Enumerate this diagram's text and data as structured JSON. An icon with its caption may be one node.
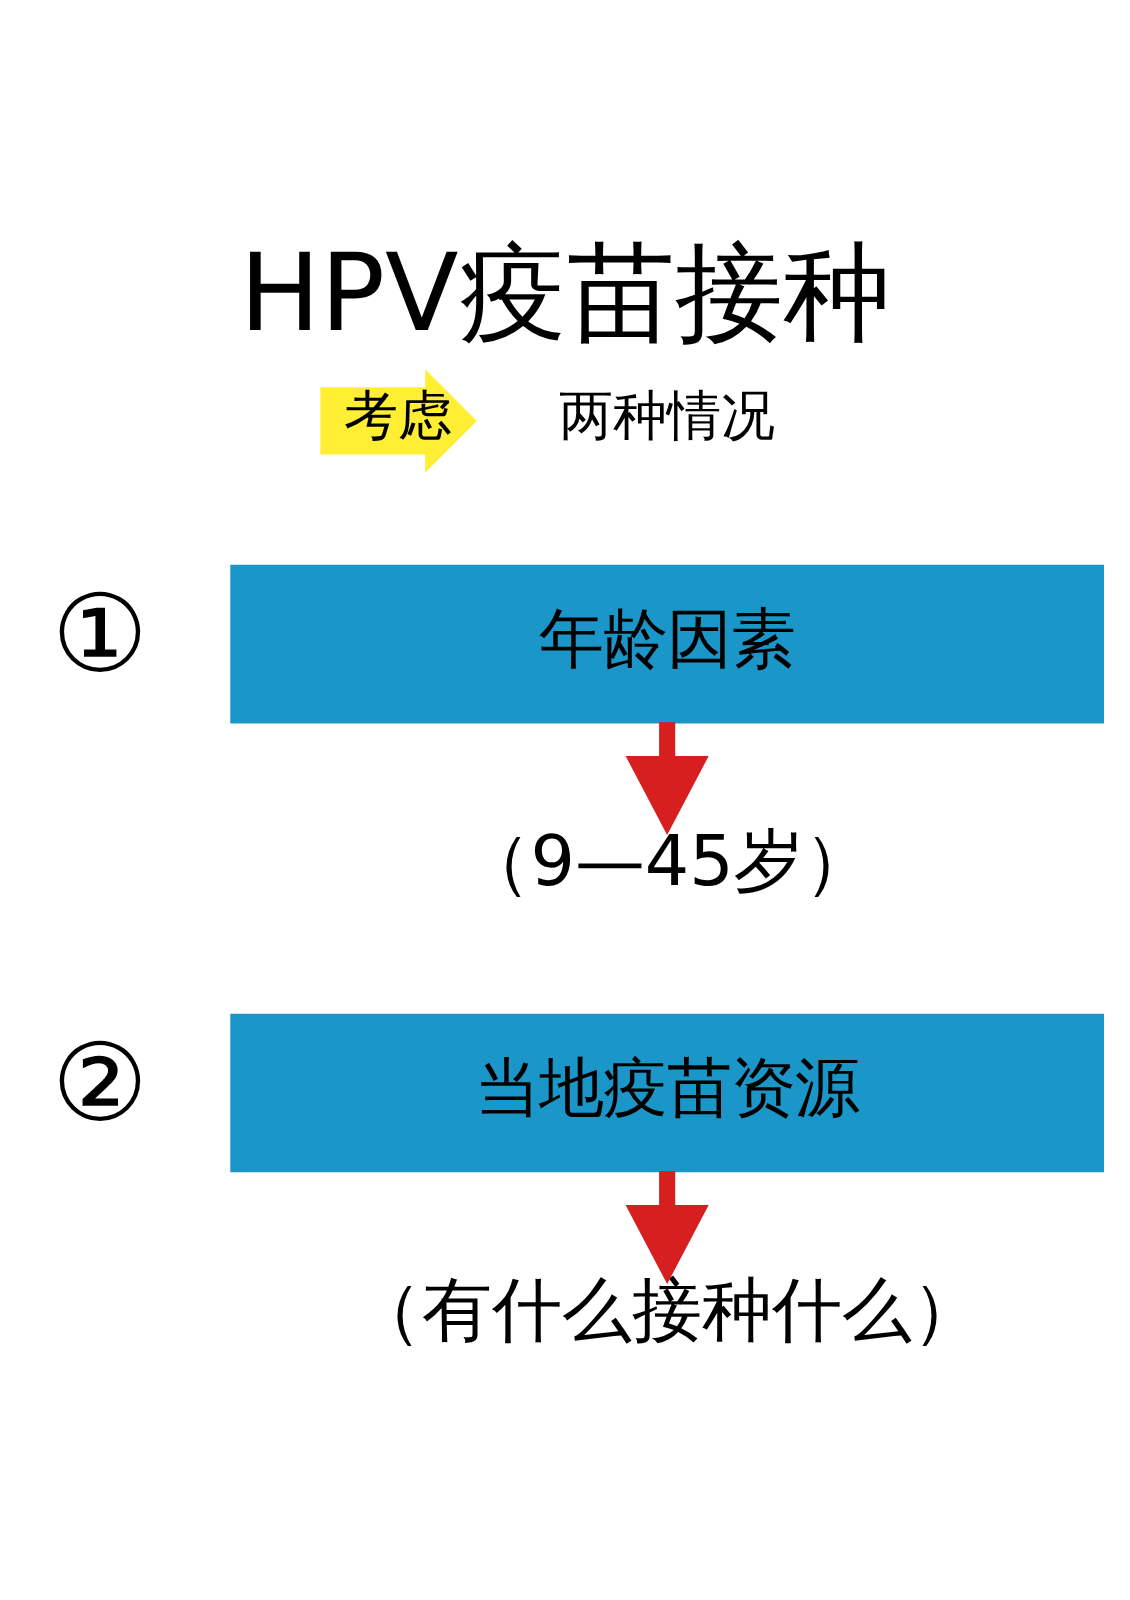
{
  "diagram": {
    "title": "HPV疫苗接种",
    "nodes": [
      {
        "text": [
          "考虑"
        ]
      },
      {
        "text": [
          "两种情况"
        ]
      },
      {
        "text": [
          "年龄因素"
        ],
        "beside": [
          "①"
        ]
      },
      {
        "text": [
          "（9—45岁）"
        ]
      },
      {
        "text": [
          "当地疫苗资源"
        ],
        "beside": [
          "②"
        ]
      },
      {
        "text": [
          "（有什么接种什么）"
        ]
      }
    ],
    "edges": [
      {
        "from": 2,
        "to": 3,
        "arrow": "to",
        "color": "#d71f1f"
      },
      {
        "from": 4,
        "to": 5,
        "arrow": "to",
        "color": "#d71f1f"
      }
    ]
  }
}
